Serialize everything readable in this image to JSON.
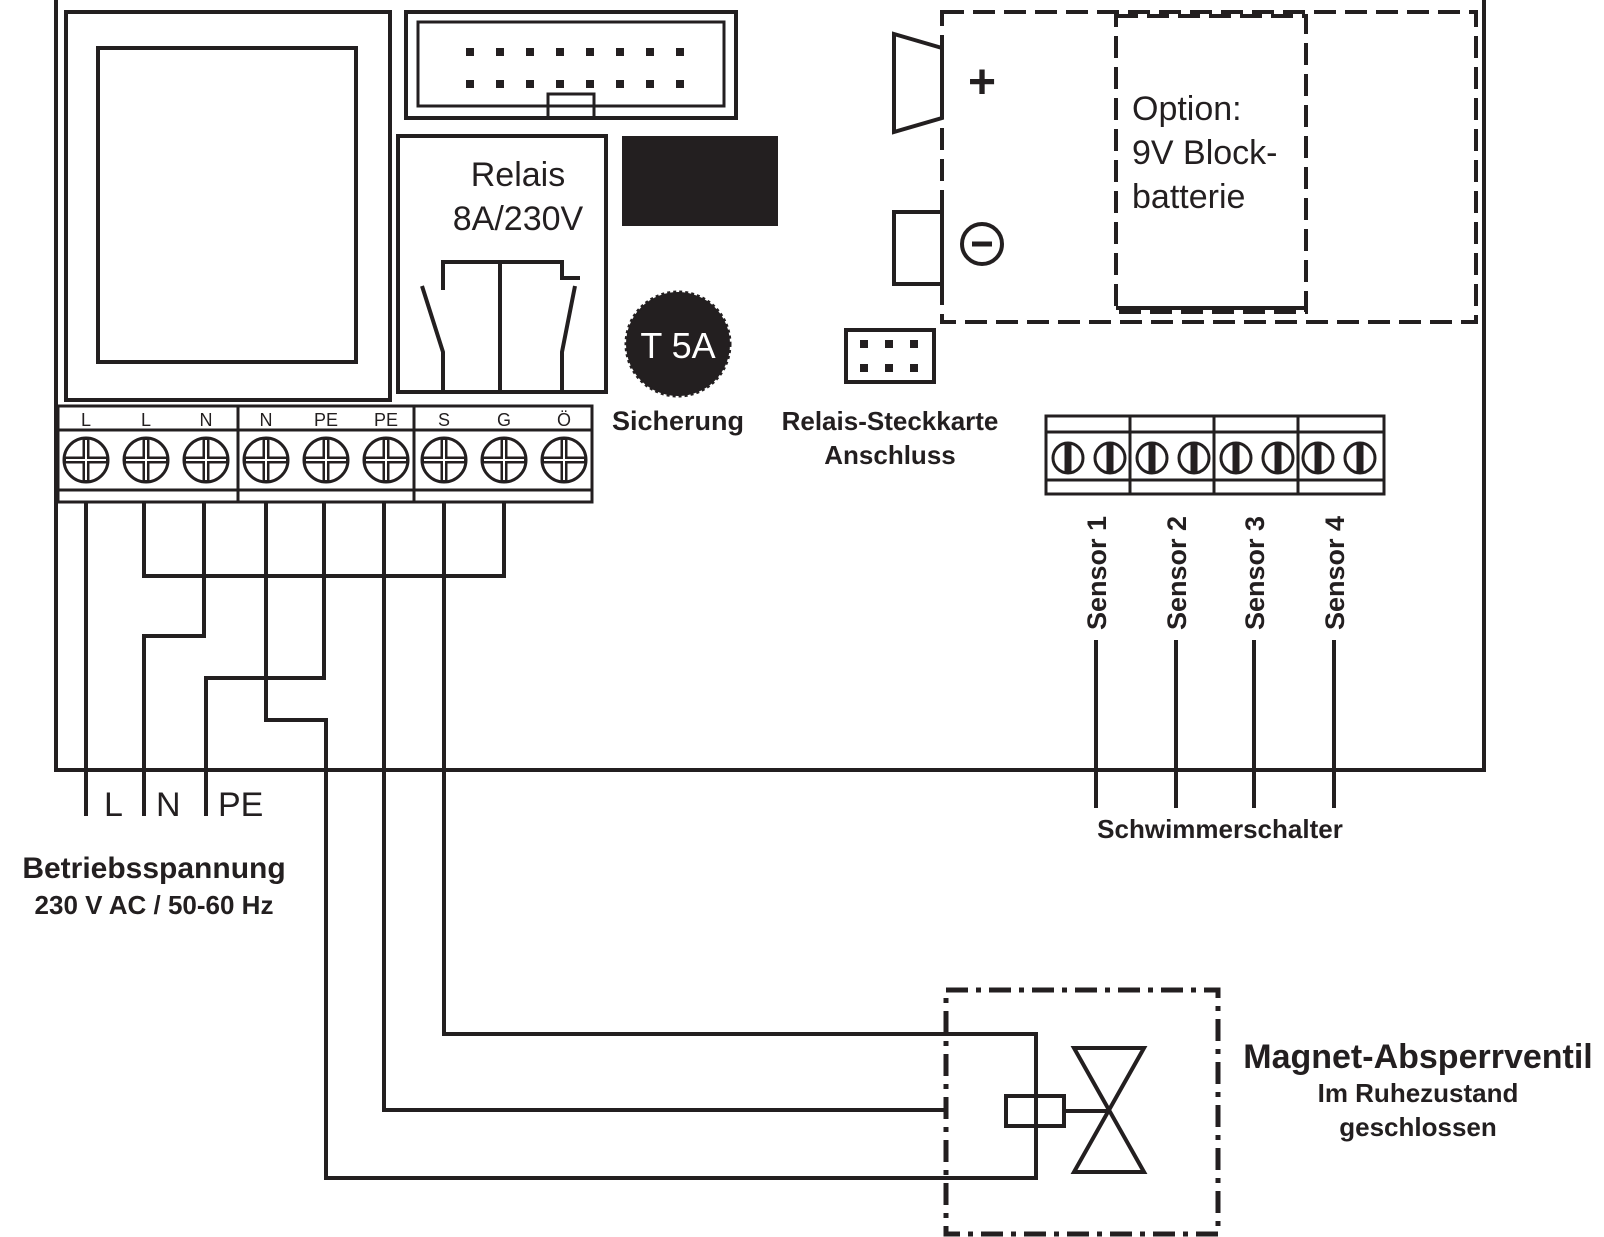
{
  "relay": {
    "title": "Relais",
    "rating": "8A/230V"
  },
  "fuse": {
    "label": "T 5A",
    "caption": "Sicherung"
  },
  "relay_card": {
    "line1": "Relais-Steckkarte",
    "line2": "Anschluss"
  },
  "battery": {
    "plus": "+",
    "minus": "−",
    "line1": "Option:",
    "line2": "9V Block-",
    "line3": "batterie"
  },
  "terminals": [
    "L",
    "L",
    "N",
    "N",
    "PE",
    "PE",
    "S",
    "G",
    "Ö"
  ],
  "sensors": [
    "Sensor 1",
    "Sensor 2",
    "Sensor 3",
    "Sensor 4"
  ],
  "float_switch": "Schwimmerschalter",
  "supply": {
    "wires": [
      "L",
      "N",
      "PE"
    ],
    "title": "Betriebsspannung",
    "spec": "230 V AC / 50-60 Hz"
  },
  "valve": {
    "title": "Magnet-Absperrventil",
    "line1": "Im Ruhezustand",
    "line2": "geschlossen"
  }
}
